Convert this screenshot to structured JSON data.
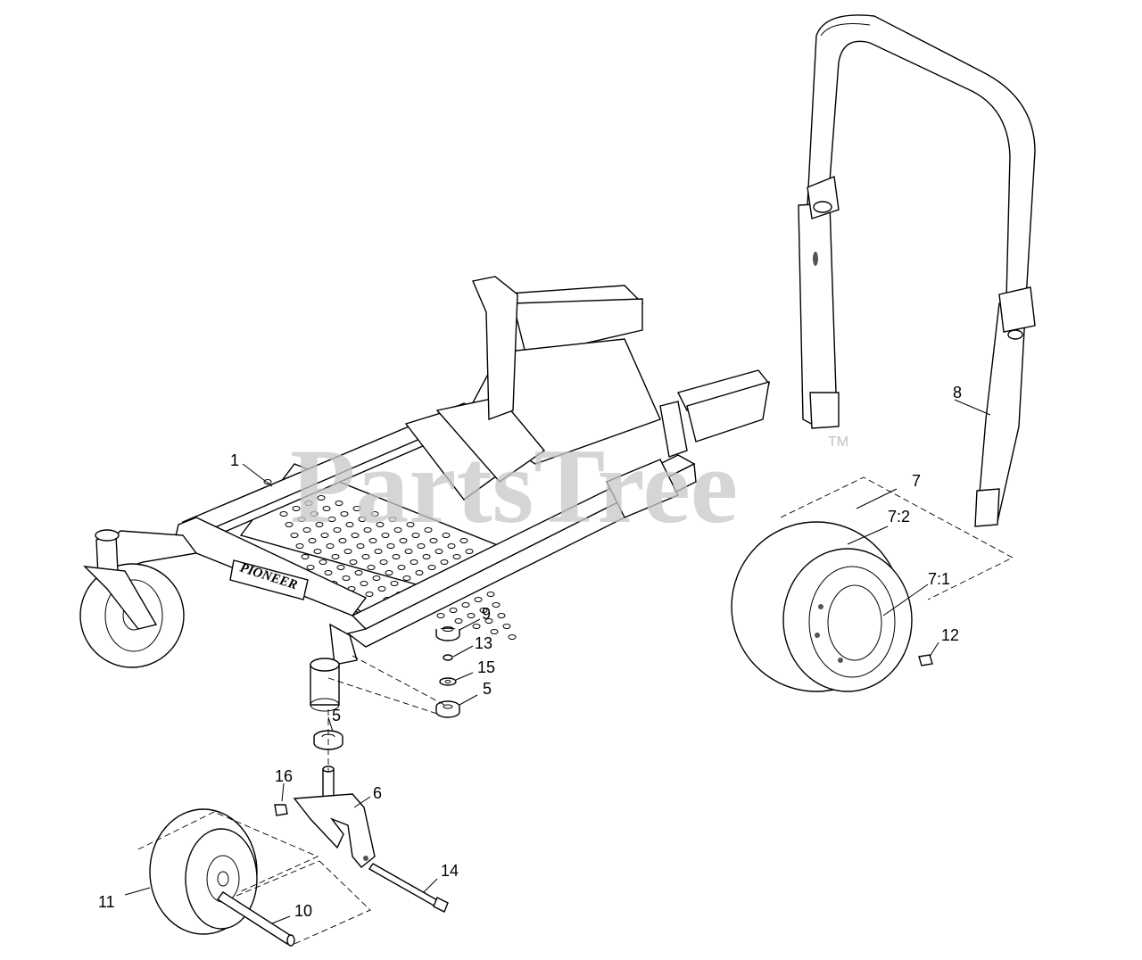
{
  "watermark": {
    "text": "PartsTree",
    "trademark": "TM"
  },
  "logo": {
    "text": "PIONEER"
  },
  "callouts": [
    {
      "id": "c1",
      "label": "1"
    },
    {
      "id": "c5a",
      "label": "5"
    },
    {
      "id": "c5b",
      "label": "5"
    },
    {
      "id": "c6",
      "label": "6"
    },
    {
      "id": "c7",
      "label": "7"
    },
    {
      "id": "c72",
      "label": "7:2"
    },
    {
      "id": "c71",
      "label": "7:1"
    },
    {
      "id": "c8",
      "label": "8"
    },
    {
      "id": "c9",
      "label": "9"
    },
    {
      "id": "c10",
      "label": "10"
    },
    {
      "id": "c11",
      "label": "11"
    },
    {
      "id": "c12",
      "label": "12"
    },
    {
      "id": "c13",
      "label": "13"
    },
    {
      "id": "c14",
      "label": "14"
    },
    {
      "id": "c15",
      "label": "15"
    },
    {
      "id": "c16",
      "label": "16"
    }
  ]
}
